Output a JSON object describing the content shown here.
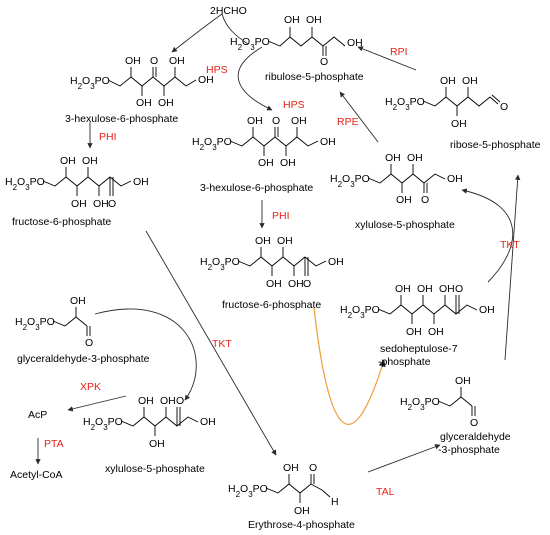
{
  "compounds": {
    "formaldehyde": "2HCHO",
    "ru5p": "ribulose-5-phosphate",
    "hu6p_a": "3-hexulose-6-phosphate",
    "hu6p_b": "3-hexulose-6-phosphate",
    "r5p": "ribose-5-phosphate",
    "f6p_a": "fructose-6-phosphate",
    "f6p_b": "fructose-6-phosphate",
    "xu5p_a": "xylulose-5-phosphate",
    "xu5p_b": "xylulose-5-phosphate",
    "g3p_a": "glyceraldehyde-3-phosphate",
    "g3p_b_line1": "glyceraldehyde",
    "g3p_b_line2": "-3-phosphate",
    "s7p_line1": "sedoheptulose-7",
    "s7p_line2": "-phosphate",
    "e4p": "Erythrose-4-phosphate",
    "acp": "AcP",
    "acetylcoa": "Acetyl-CoA"
  },
  "enzymes": {
    "rpi": "RPI",
    "rpe": "RPE",
    "hps_a": "HPS",
    "hps_b": "HPS",
    "phi_a": "PHI",
    "phi_b": "PHI",
    "tkt_a": "TKT",
    "tkt_b": "TKT",
    "xpk": "XPK",
    "pta": "PTA",
    "tal": "TAL"
  },
  "groups": {
    "phosphate": "H2O3PO",
    "hydroxyl": "OH",
    "oxygen": "O"
  },
  "colors": {
    "enzyme": "#e8231a",
    "arrow": "#2b2b2b",
    "orange_arrow": "#f39c3c",
    "text": "#000000"
  }
}
